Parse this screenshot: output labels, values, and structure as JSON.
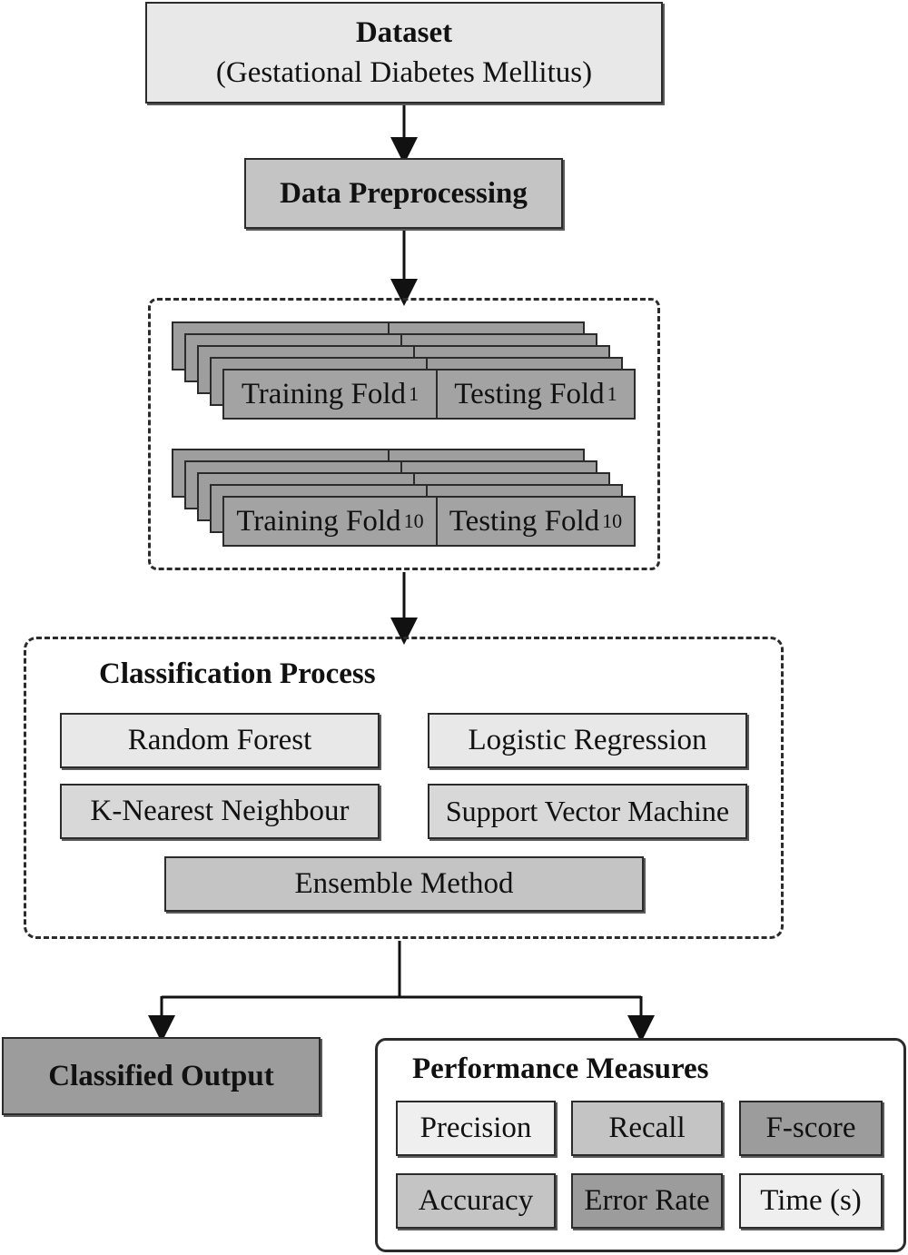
{
  "dataset": {
    "title": "Dataset",
    "subtitle": "(Gestational Diabetes Mellitus)"
  },
  "preprocessing": {
    "label": "Data Preprocessing"
  },
  "folds": {
    "first": {
      "training": "Training Fold",
      "training_sub": "1",
      "testing": "Testing Fold",
      "testing_sub": "1"
    },
    "last": {
      "training": "Training Fold",
      "training_sub": "10",
      "testing": "Testing Fold",
      "testing_sub": "10"
    }
  },
  "classification": {
    "title": "Classification Process",
    "methods": [
      "Random Forest",
      "Logistic Regression",
      "K-Nearest Neighbour",
      "Support Vector Machine"
    ],
    "ensemble": "Ensemble Method"
  },
  "output": {
    "label": "Classified Output"
  },
  "performance": {
    "title": "Performance Measures",
    "measures": [
      "Precision",
      "Recall",
      "F-score",
      "Accuracy",
      "Error Rate",
      "Time (s)"
    ]
  }
}
